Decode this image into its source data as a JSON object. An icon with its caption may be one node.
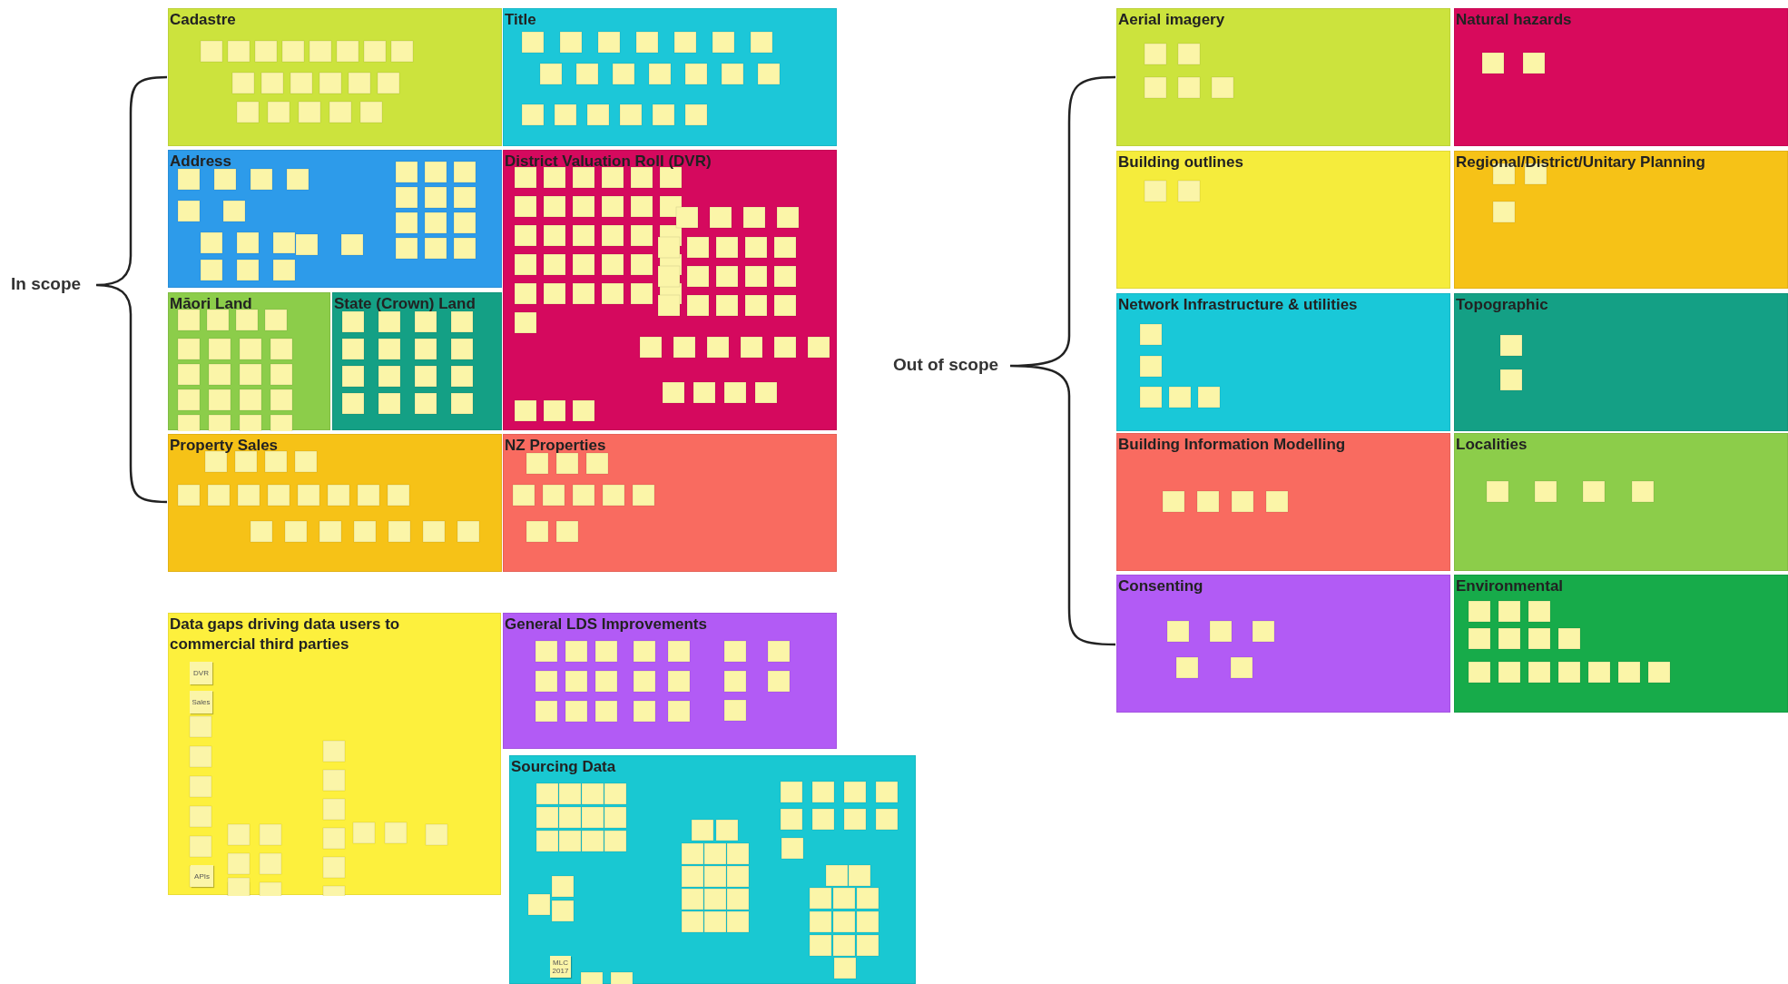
{
  "diagram": {
    "nodes": [
      {
        "text": [
          "Cadastre"
        ]
      },
      {
        "text": [
          "Title"
        ]
      },
      {
        "text": [
          "Address"
        ]
      },
      {
        "text": [
          "District Valuation Roll (DVR)"
        ]
      },
      {
        "text": [
          "Māori Land"
        ]
      },
      {
        "text": [
          "State (Crown) Land"
        ]
      },
      {
        "text": [
          "Property Sales"
        ]
      },
      {
        "text": [
          "NZ Properties"
        ]
      },
      {
        "text": [
          "Data gaps driving data users to commercial third parties"
        ]
      },
      {
        "text": [
          "General LDS Improvements"
        ]
      },
      {
        "text": [
          "Sourcing Data"
        ]
      },
      {
        "text": [
          "Aerial imagery"
        ]
      },
      {
        "text": [
          "Natural hazards"
        ]
      },
      {
        "text": [
          "Building outlines"
        ]
      },
      {
        "text": [
          "Regional/District/Unitary Planning"
        ]
      },
      {
        "text": [
          "Network Infrastructure & utilities"
        ]
      },
      {
        "text": [
          "Topographic"
        ]
      },
      {
        "text": [
          "Building Information Modelling"
        ]
      },
      {
        "text": [
          "Localities"
        ]
      },
      {
        "text": [
          "Consenting"
        ]
      },
      {
        "text": [
          "Environmental"
        ]
      }
    ],
    "labels": [
      "In scope",
      "Out of scope",
      "DVR",
      "Sales",
      "APIs",
      "MLC 2017"
    ]
  }
}
